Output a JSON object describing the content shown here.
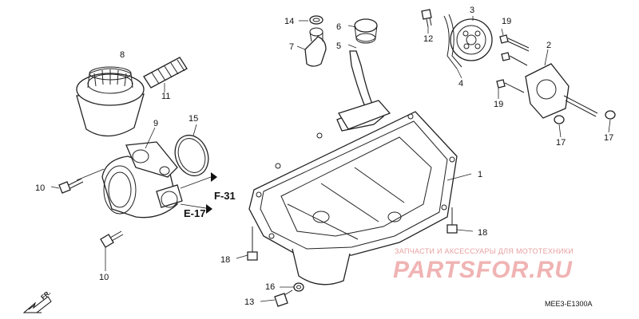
{
  "labels": {
    "p1": "1",
    "p2": "2",
    "p3": "3",
    "p4": "4",
    "p5": "5",
    "p6": "6",
    "p7": "7",
    "p8": "8",
    "p9": "9",
    "p10a": "10",
    "p10b": "10",
    "p11": "11",
    "p12": "12",
    "p13": "13",
    "p14": "14",
    "p15": "15",
    "p16": "16",
    "p17a": "17",
    "p17b": "17",
    "p18a": "18",
    "p18b": "18",
    "p19a": "19",
    "p19b": "19"
  },
  "references": {
    "f31": "F-31",
    "e17": "E-17"
  },
  "front_marker": "FR.",
  "diagram_code": "MEE3-E1300A",
  "watermark": {
    "caption": "ЗАПЧАСТИ И АКСЕССУАРЫ ДЛЯ МОТОТЕХНИКИ",
    "brand": "PARTSFOR.RU"
  }
}
